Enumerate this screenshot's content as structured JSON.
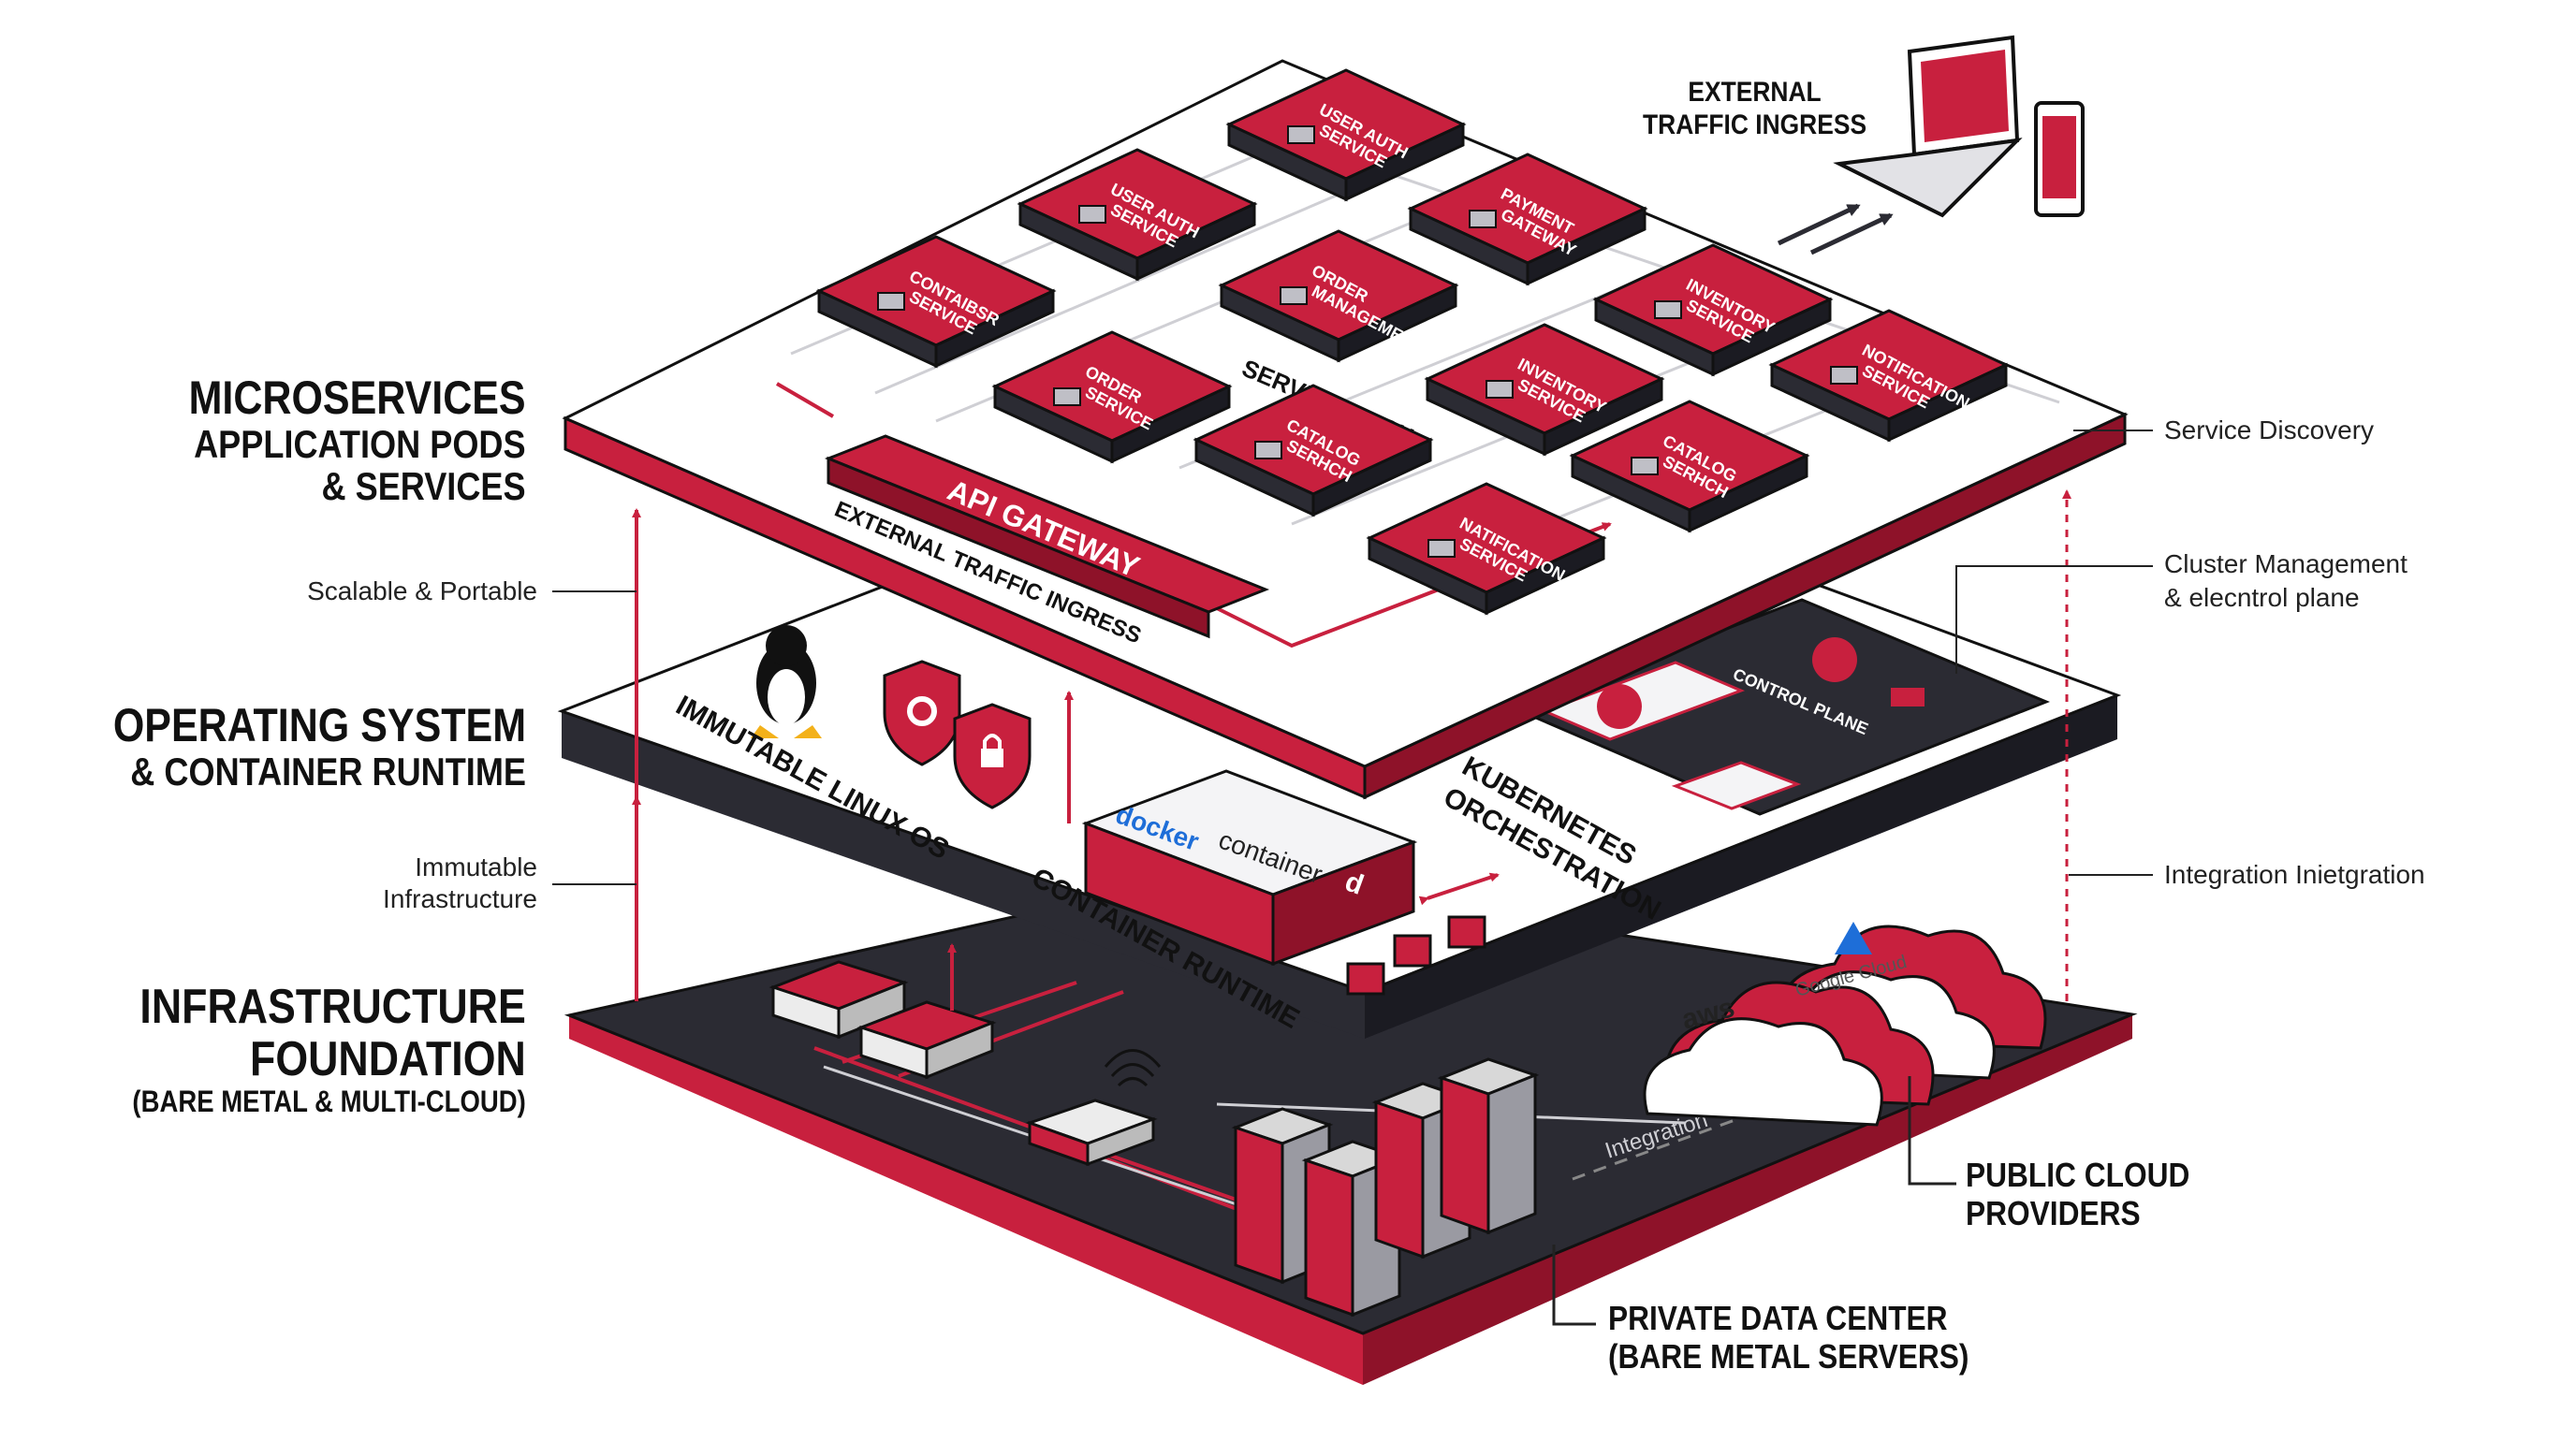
{
  "layers": {
    "microservices": {
      "title_line1": "MICROSERVICES",
      "title_line2": "APPLICATION PODS",
      "title_line3": "& SERVICES"
    },
    "os": {
      "title_line1": "OPERATING SYSTEM",
      "title_line2": "& CONTAINER RUNTIME"
    },
    "infra": {
      "title_line1": "INFRASTRUCTURE",
      "title_line2": "FOUNDATION",
      "title_line3": "(BARE METAL & MULTI-CLOUD)"
    }
  },
  "side_labels": {
    "scalable": "Scalable & Portable",
    "immutable_line1": "Immutable",
    "immutable_line2": "Infrastructure"
  },
  "right_labels": {
    "service_discovery": "Service Discovery",
    "cluster_line1": "Cluster Management",
    "cluster_line2": "& elecntrol plane",
    "integration": "Integration Inietgration"
  },
  "external": {
    "line1": "EXTERNAL",
    "line2": "TRAFFIC INGRESS"
  },
  "pods": [
    {
      "line1": "USER AUTH",
      "line2": "SERVICE"
    },
    {
      "line1": "USER AUTH",
      "line2": "SERVICE"
    },
    {
      "line1": "PAYMENT",
      "line2": "GATEWAY"
    },
    {
      "line1": "CONTAIBSR",
      "line2": "SERVICE"
    },
    {
      "line1": "ORDER",
      "line2": "MANAGEMENT"
    },
    {
      "line1": "INVENTORY",
      "line2": "SERVICE"
    },
    {
      "line1": "ORDER",
      "line2": "SERVICE"
    },
    {
      "line1": "INVENTORY",
      "line2": "SERVICE"
    },
    {
      "line1": "NOTIFICATION",
      "line2": "SERVICE"
    },
    {
      "line1": "CATALOG",
      "line2": "SERHCH"
    },
    {
      "line1": "CATALOG",
      "line2": "SERHCH"
    },
    {
      "line1": "NATIFICATION",
      "line2": "SERVICE"
    }
  ],
  "top_layer": {
    "service_mesh": "SERVICE MESH",
    "api_gateway": "API GATEWAY",
    "external_traffic": "EXTERNAL TRAFFIC INGRESS"
  },
  "mid_layer": {
    "linux_os": "IMMUTABLE LINUX OS",
    "container_runtime": "CONTAINER RUNTIME",
    "docker": "docker",
    "containerd": "container",
    "containerd_mark": "d",
    "control_plane": "CONTROL PLANE",
    "k8s_line1": "KUBERNETES",
    "k8s_line2": "ORCHESTRATION"
  },
  "bottom_layer": {
    "integration": "Integration",
    "aws": "aws",
    "google_cloud": "Google Cloud",
    "public_cloud_line1": "PUBLIC CLOUD",
    "public_cloud_line2": "PROVIDERS",
    "private_dc_line1": "PRIVATE DATA CENTER",
    "private_dc_line2": "(BARE METAL SERVERS)"
  },
  "colors": {
    "accent": "#c8203e",
    "dark": "#2b2b33",
    "ink": "#111111"
  }
}
